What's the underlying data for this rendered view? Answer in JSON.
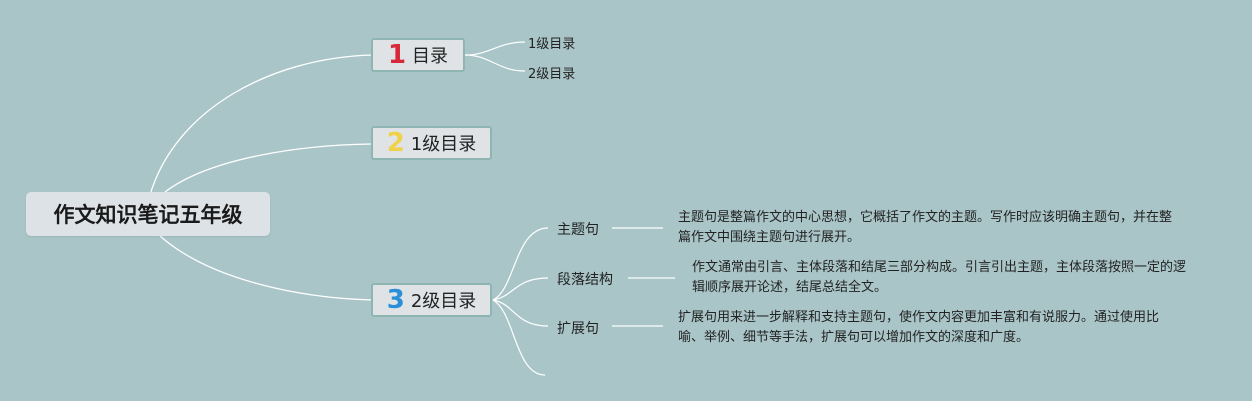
{
  "root": {
    "title": "作文知识笔记五年级"
  },
  "branches": [
    {
      "number": "1",
      "number_color": "#d62a3a",
      "label": "目录",
      "children": [
        "1级目录",
        "2级目录"
      ]
    },
    {
      "number": "2",
      "number_color": "#f0d24a",
      "label": "1级目录",
      "children": []
    },
    {
      "number": "3",
      "number_color": "#2a8fd6",
      "label": "2级目录",
      "children": [
        {
          "label": "主题句",
          "description": "主题句是整篇作文的中心思想，它概括了作文的主题。写作时应该明确主题句，并在整篇作文中围绕主题句进行展开。"
        },
        {
          "label": "段落结构",
          "description": "作文通常由引言、主体段落和结尾三部分构成。引言引出主题，主体段落按照一定的逻辑顺序展开论述，结尾总结全文。"
        },
        {
          "label": "扩展句",
          "description": "扩展句用来进一步解释和支持主题句，使作文内容更加丰富和有说服力。通过使用比喻、举例、细节等手法，扩展句可以增加作文的深度和广度。"
        }
      ]
    }
  ],
  "colors": {
    "background": "#a9c5c8",
    "connector": "#ffffff"
  }
}
